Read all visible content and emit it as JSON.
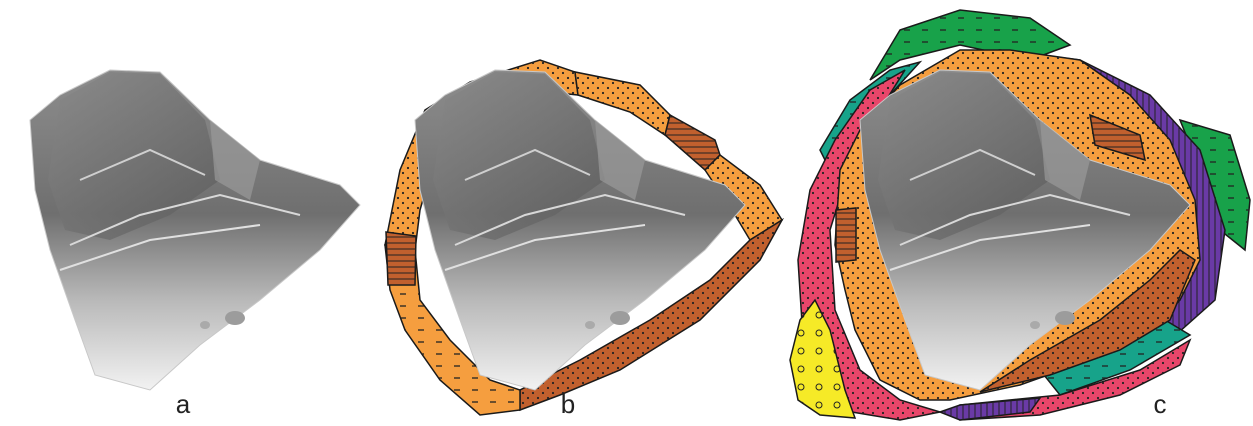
{
  "panels": [
    {
      "id": "a",
      "label": "a"
    },
    {
      "id": "b",
      "label": "b"
    },
    {
      "id": "c",
      "label": "c"
    }
  ],
  "colors": {
    "orange": "#F59E3F",
    "brown": "#C1602E",
    "green": "#18A24A",
    "teal": "#17A38A",
    "purple": "#6A3AA6",
    "pink": "#E8466A",
    "yellow": "#F6EA27",
    "outline": "#1a1a1a"
  }
}
